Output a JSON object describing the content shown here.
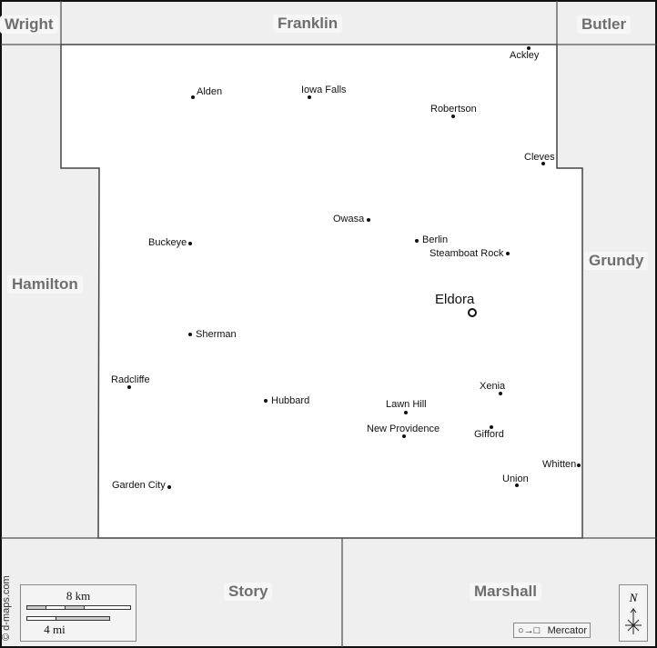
{
  "counties": {
    "wright": "Wright",
    "franklin": "Franklin",
    "butler": "Butler",
    "hamilton": "Hamilton",
    "grundy": "Grundy",
    "story": "Story",
    "marshall": "Marshall"
  },
  "county_seat": {
    "name": "Eldora"
  },
  "cities": [
    {
      "name": "Ackley"
    },
    {
      "name": "Alden"
    },
    {
      "name": "Iowa Falls"
    },
    {
      "name": "Robertson"
    },
    {
      "name": "Cleves"
    },
    {
      "name": "Owasa"
    },
    {
      "name": "Berlin"
    },
    {
      "name": "Buckeye"
    },
    {
      "name": "Steamboat Rock"
    },
    {
      "name": "Sherman"
    },
    {
      "name": "Radcliffe"
    },
    {
      "name": "Hubbard"
    },
    {
      "name": "Lawn Hill"
    },
    {
      "name": "Xenia"
    },
    {
      "name": "New Providence"
    },
    {
      "name": "Gifford"
    },
    {
      "name": "Whitten"
    },
    {
      "name": "Union"
    },
    {
      "name": "Garden City"
    }
  ],
  "scale": {
    "km": "8 km",
    "mi": "4 mi"
  },
  "projection": "Mercator",
  "north": "N",
  "credit": "© d-maps.com",
  "colors": {
    "county_fill": "#ffffff",
    "neighbor_fill": "#efefef",
    "border": "#555555"
  }
}
